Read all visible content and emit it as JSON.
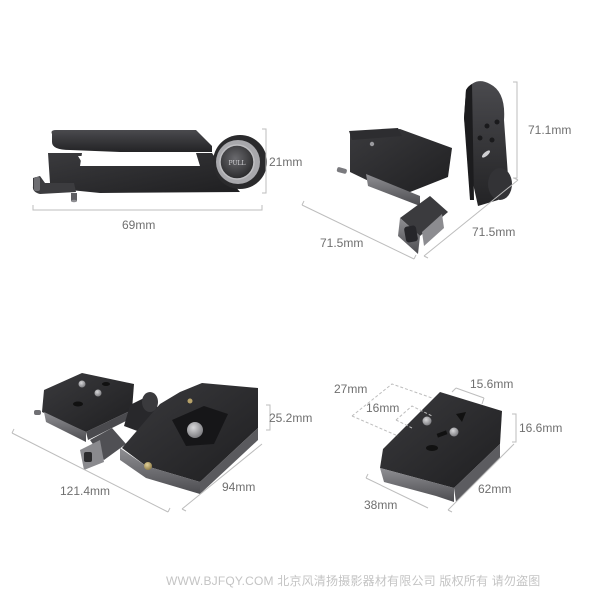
{
  "colors": {
    "background": "#ffffff",
    "product_dark": "#2b2b2d",
    "product_mid": "#3d3d40",
    "product_edge": "#8a8a8e",
    "dimension_line": "#bdbdbd",
    "dimension_text": "#6f6f6f",
    "watermark": "#c4c4c4",
    "brass": "#b8a36a"
  },
  "views": [
    {
      "id": "folded-side-view",
      "knob_label": "PULL",
      "dimensions": {
        "width": "69mm",
        "height": "21mm"
      }
    },
    {
      "id": "unfolded-isometric-view",
      "dimensions": {
        "height": "71.1mm",
        "length": "71.5mm",
        "depth": "71.5mm"
      }
    },
    {
      "id": "extended-isometric-view",
      "dimensions": {
        "length": "121.4mm",
        "width": "94mm",
        "height": "25.2mm"
      }
    },
    {
      "id": "quick-release-plate-view",
      "dimensions": {
        "outer_spacing": "27mm",
        "inner_spacing": "16mm",
        "slot_width": "15.6mm",
        "height": "16.6mm",
        "length": "62mm",
        "width": "38mm"
      }
    }
  ],
  "watermark": "WWW.BJFQY.COM 北京风清扬摄影器材有限公司 版权所有 请勿盗图"
}
